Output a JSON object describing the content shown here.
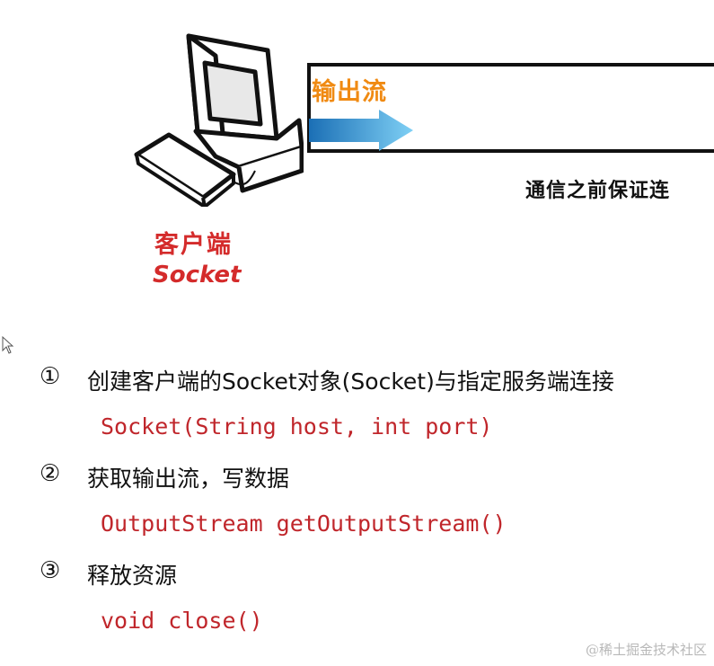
{
  "diagram": {
    "stream_label": "输出流",
    "side_note": "通信之前保证连",
    "client_title": "客户端",
    "client_subtitle": "Socket"
  },
  "steps": [
    {
      "number": "①",
      "text": "创建客户端的Socket对象(Socket)与指定服务端连接",
      "code": "Socket(String host, int port)"
    },
    {
      "number": "②",
      "text": "获取输出流，写数据",
      "code": "OutputStream getOutputStream()"
    },
    {
      "number": "③",
      "text": "释放资源",
      "code": "void close()"
    }
  ],
  "watermark": "@稀土掘金技术社区",
  "colors": {
    "accent_red": "#c0262b",
    "stream_orange": "#f08a12",
    "arrow_blue": "#3aa0e0"
  },
  "icons": {
    "computer": "computer-icon",
    "arrow": "arrow-right-icon",
    "cursor": "mouse-cursor-icon"
  }
}
